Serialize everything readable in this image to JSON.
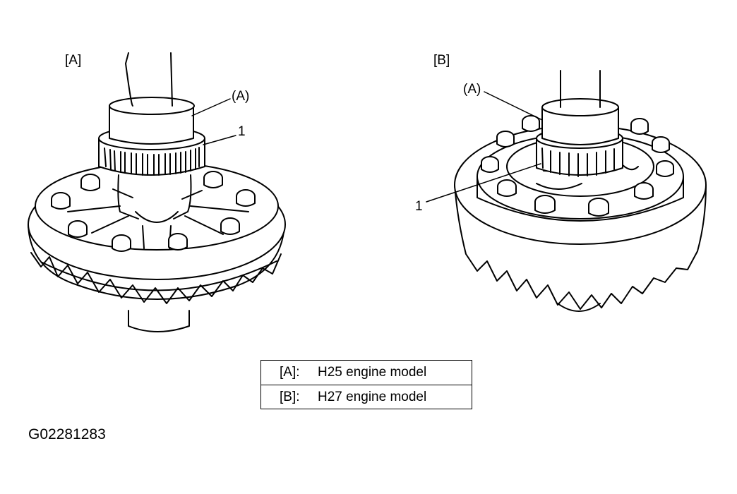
{
  "panels": [
    {
      "tag": "[A]",
      "callout_tool": "(A)",
      "callout_part": "1"
    },
    {
      "tag": "[B]",
      "callout_tool": "(A)",
      "callout_part": "1"
    }
  ],
  "legend": [
    {
      "key": "[A]:",
      "text": "H25 engine model"
    },
    {
      "key": "[B]:",
      "text": "H27 engine model"
    }
  ],
  "figure_id": "G02281283"
}
